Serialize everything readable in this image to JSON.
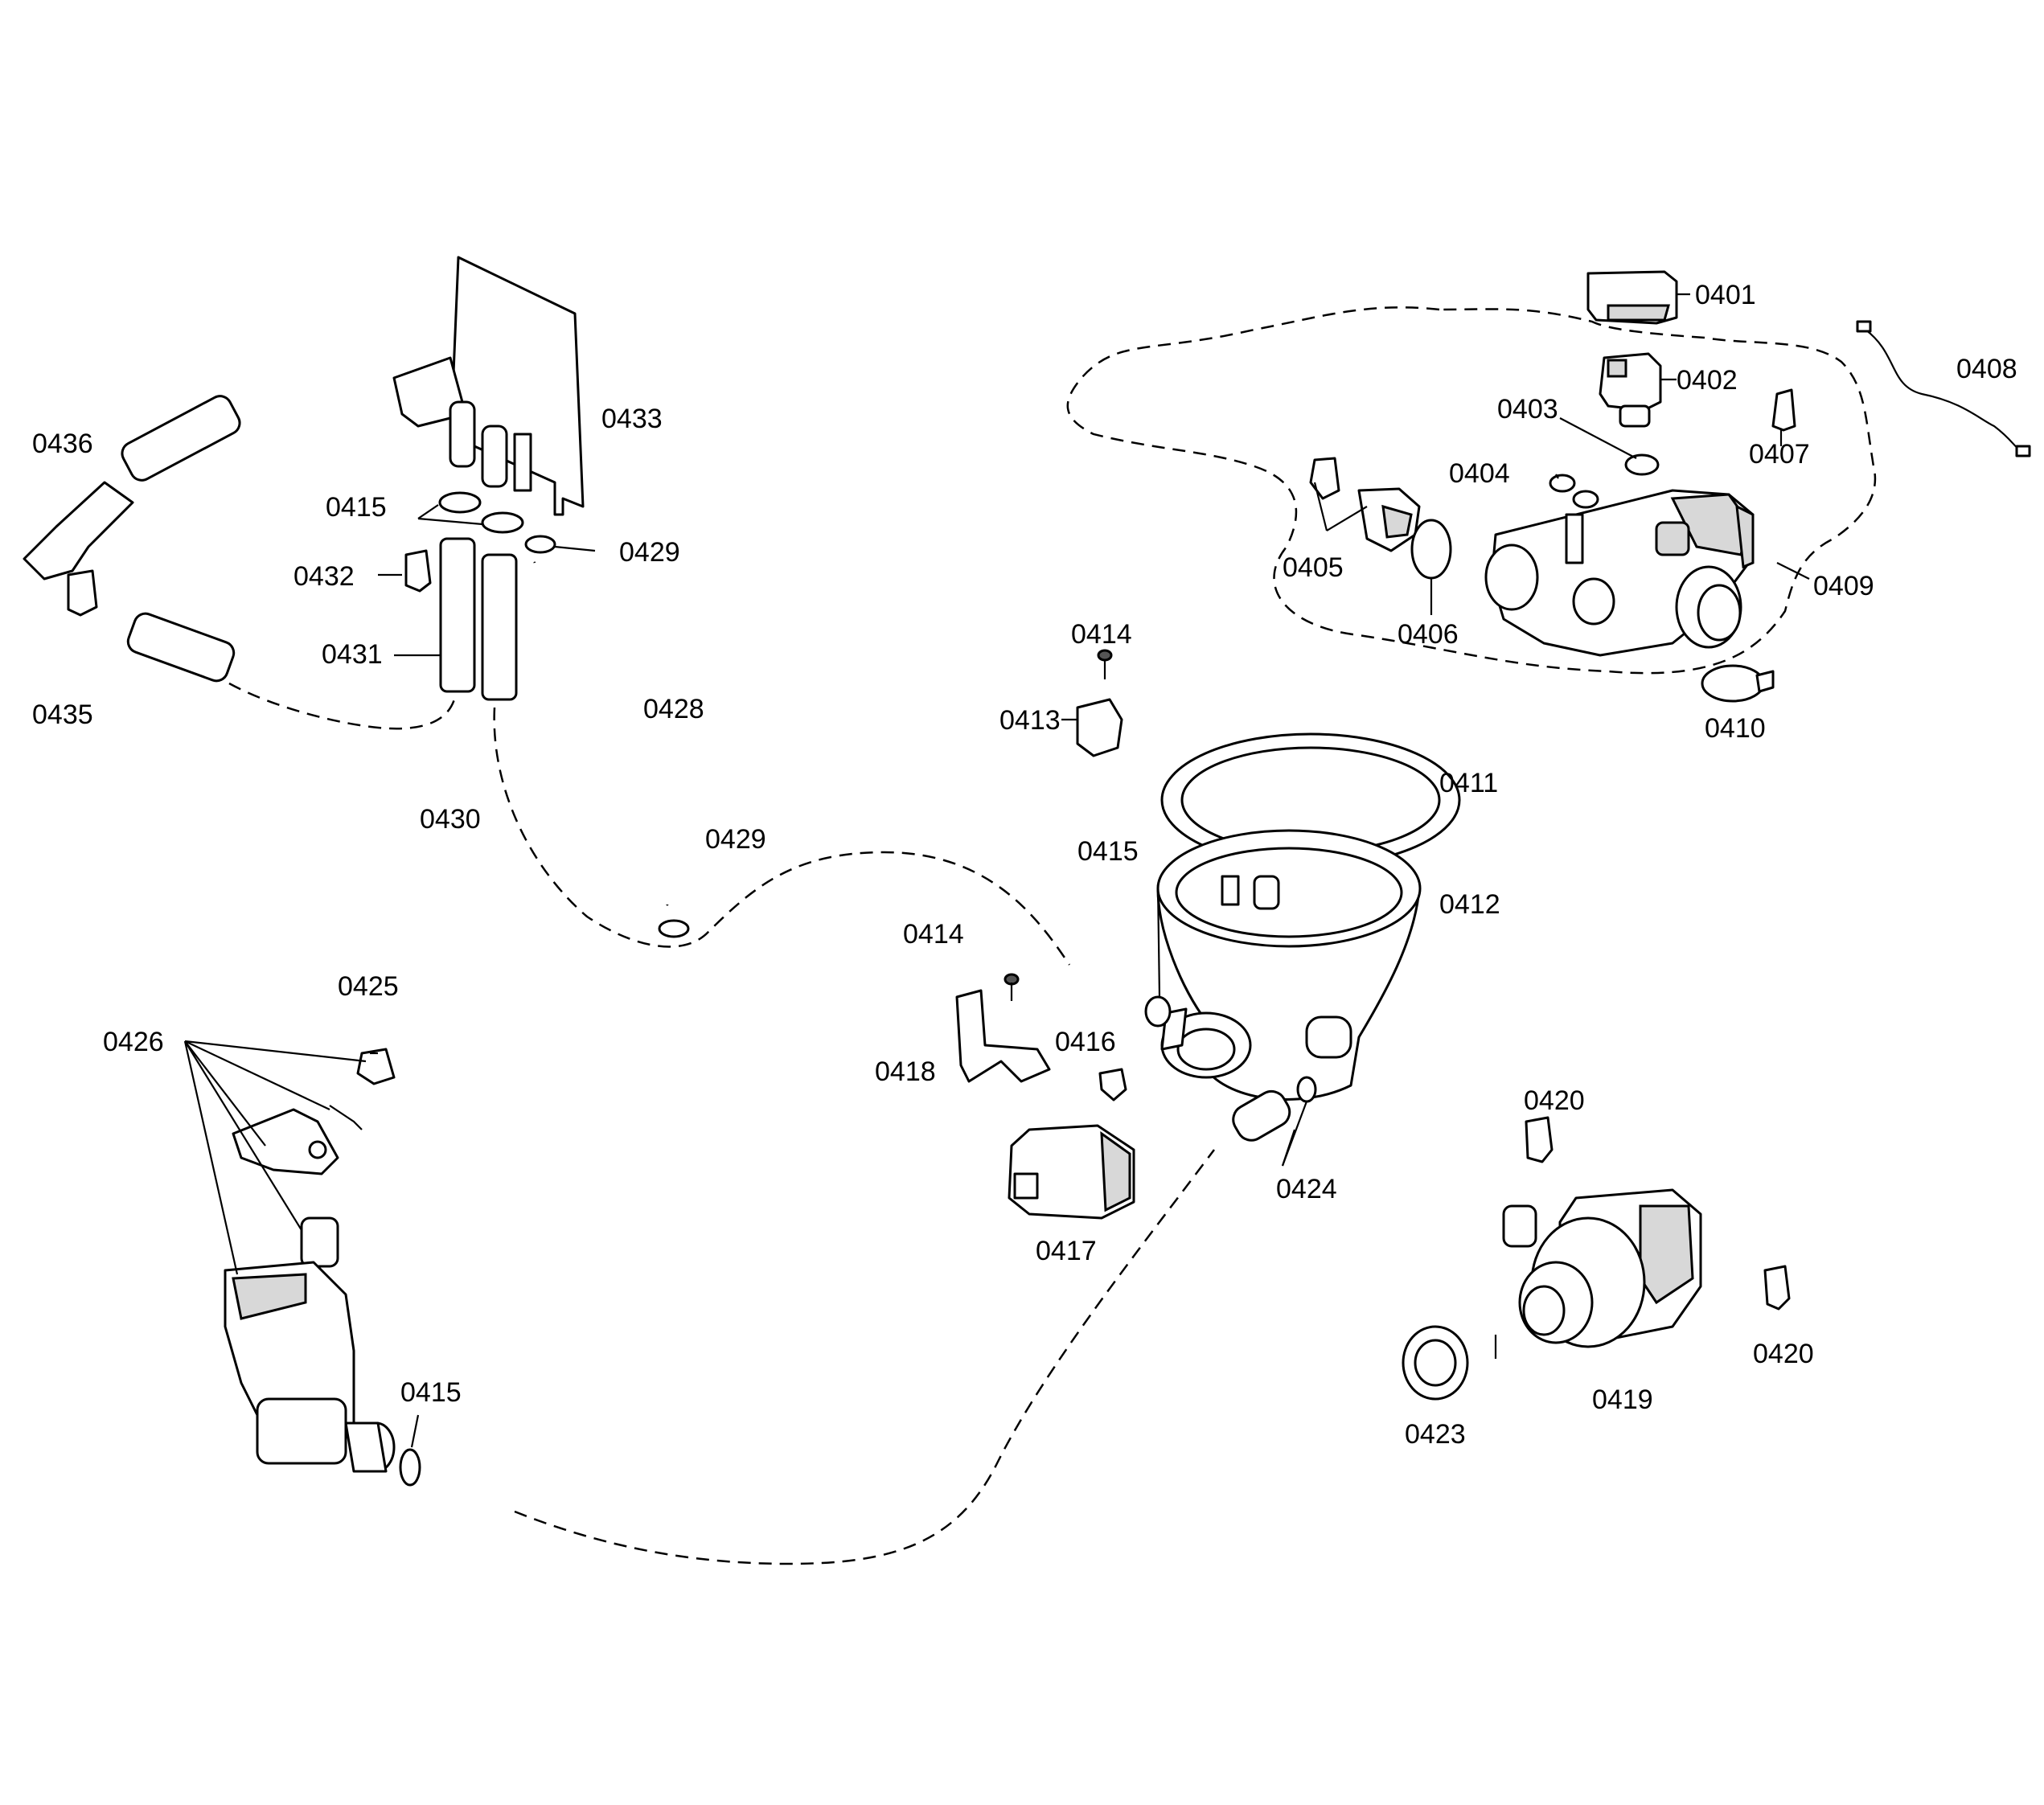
{
  "labels": {
    "p0401": "0401",
    "p0402": "0402",
    "p0403": "0403",
    "p0404": "0404",
    "p0405": "0405",
    "p0406": "0406",
    "p0407": "0407",
    "p0408": "0408",
    "p0409": "0409",
    "p0410": "0410",
    "p0411": "0411",
    "p0412": "0412",
    "p0413": "0413",
    "p0414_top": "0414",
    "p0414_mid": "0414",
    "p0415_top": "0415",
    "p0415_mid": "0415",
    "p0415_low": "0415",
    "p0416": "0416",
    "p0417": "0417",
    "p0418": "0418",
    "p0419": "0419",
    "p0420_top": "0420",
    "p0420_right": "0420",
    "p0423": "0423",
    "p0424": "0424",
    "p0425": "0425",
    "p0426": "0426",
    "p0428": "0428",
    "p0429_top": "0429",
    "p0429_low": "0429",
    "p0430": "0430",
    "p0431": "0431",
    "p0432": "0432",
    "p0433": "0433",
    "p0435": "0435",
    "p0436": "0436"
  }
}
